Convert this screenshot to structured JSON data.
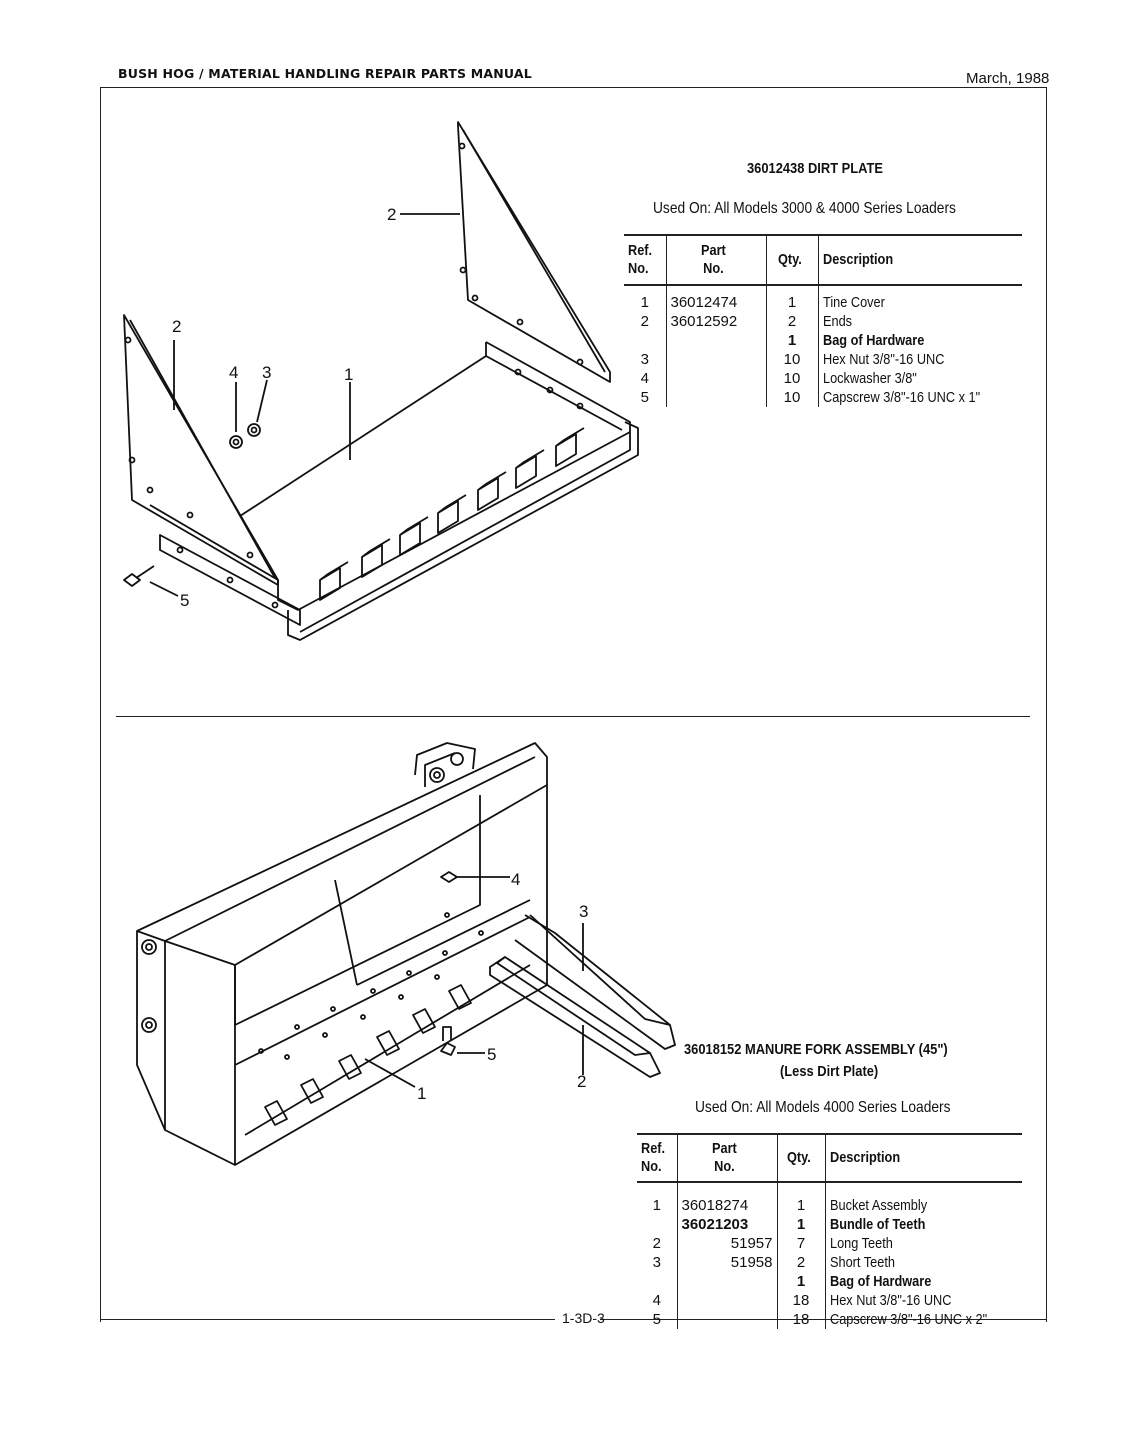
{
  "header": {
    "title": "BUSH HOG / MATERIAL HANDLING REPAIR PARTS MANUAL",
    "date": "March, 1988"
  },
  "section_top": {
    "title": "36012438 DIRT PLATE",
    "used_on": "Used On:  All Models 3000 & 4000 Series Loaders",
    "columns": {
      "ref": "Ref. No.",
      "part": "Part No.",
      "qty": "Qty.",
      "desc": "Description"
    },
    "rows": [
      {
        "ref": "1",
        "part": "36012474",
        "qty": "1",
        "desc": "Tine Cover",
        "bold": false
      },
      {
        "ref": "2",
        "part": "36012592",
        "qty": "2",
        "desc": "Ends",
        "bold": false
      },
      {
        "ref": "",
        "part": "",
        "qty": "1",
        "desc": "Bag of Hardware",
        "bold": true
      },
      {
        "ref": "3",
        "part": "",
        "qty": "10",
        "desc": "Hex Nut 3/8\"-16 UNC",
        "bold": false
      },
      {
        "ref": "4",
        "part": "",
        "qty": "10",
        "desc": "Lockwasher 3/8\"",
        "bold": false
      },
      {
        "ref": "5",
        "part": "",
        "qty": "10",
        "desc": "Capscrew 3/8\"-16 UNC x 1\"",
        "bold": false
      }
    ],
    "callouts": [
      "2",
      "2",
      "4",
      "3",
      "1",
      "5"
    ]
  },
  "section_bottom": {
    "title": "36018152 MANURE FORK ASSEMBLY (45\")",
    "subtitle": "(Less Dirt Plate)",
    "used_on": "Used On:  All Models 4000 Series Loaders",
    "columns": {
      "ref": "Ref. No.",
      "part": "Part No.",
      "qty": "Qty.",
      "desc": "Description"
    },
    "rows": [
      {
        "ref": "1",
        "part": "36018274",
        "qty": "1",
        "desc": "Bucket Assembly",
        "bold": false
      },
      {
        "ref": "",
        "part": "36021203",
        "qty": "1",
        "desc": "Bundle of Teeth",
        "bold": true
      },
      {
        "ref": "2",
        "part": "51957",
        "qty": "7",
        "desc": "Long Teeth",
        "bold": false
      },
      {
        "ref": "3",
        "part": "51958",
        "qty": "2",
        "desc": "Short Teeth",
        "bold": false
      },
      {
        "ref": "",
        "part": "",
        "qty": "1",
        "desc": "Bag of Hardware",
        "bold": true
      },
      {
        "ref": "4",
        "part": "",
        "qty": "18",
        "desc": "Hex Nut 3/8\"-16 UNC",
        "bold": false
      },
      {
        "ref": "5",
        "part": "",
        "qty": "18",
        "desc": "Capscrew 3/8\"-16 UNC x 2\"",
        "bold": false
      }
    ],
    "callouts": [
      "4",
      "3",
      "5",
      "2",
      "1"
    ]
  },
  "footer": {
    "page": "1-3D-3"
  }
}
